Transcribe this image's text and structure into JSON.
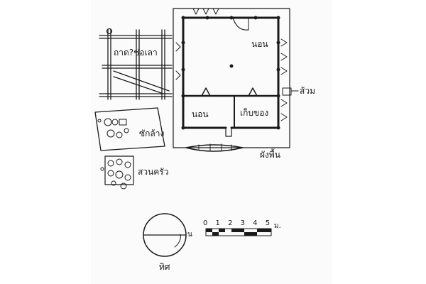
{
  "diagram": {
    "labels": {
      "top_left_platform": "ถาด?ช่อเลา",
      "bedroom_large": "นอน",
      "bedroom_small": "นอน",
      "storage_room": "เก็บของ",
      "toilet": "ส้วม",
      "washing_area": "ซักล้าง",
      "kitchen_garden": "สวนครัว",
      "floor_plan": "ผังพื้น",
      "north": "ทิศ",
      "north_letter": "น",
      "scale_numbers": "0 1 2 3 4 5",
      "scale_unit": "ม."
    },
    "colors": {
      "ink": "#1a1a1a",
      "paper": "#fbfbfb",
      "background": "#ffffff"
    }
  }
}
